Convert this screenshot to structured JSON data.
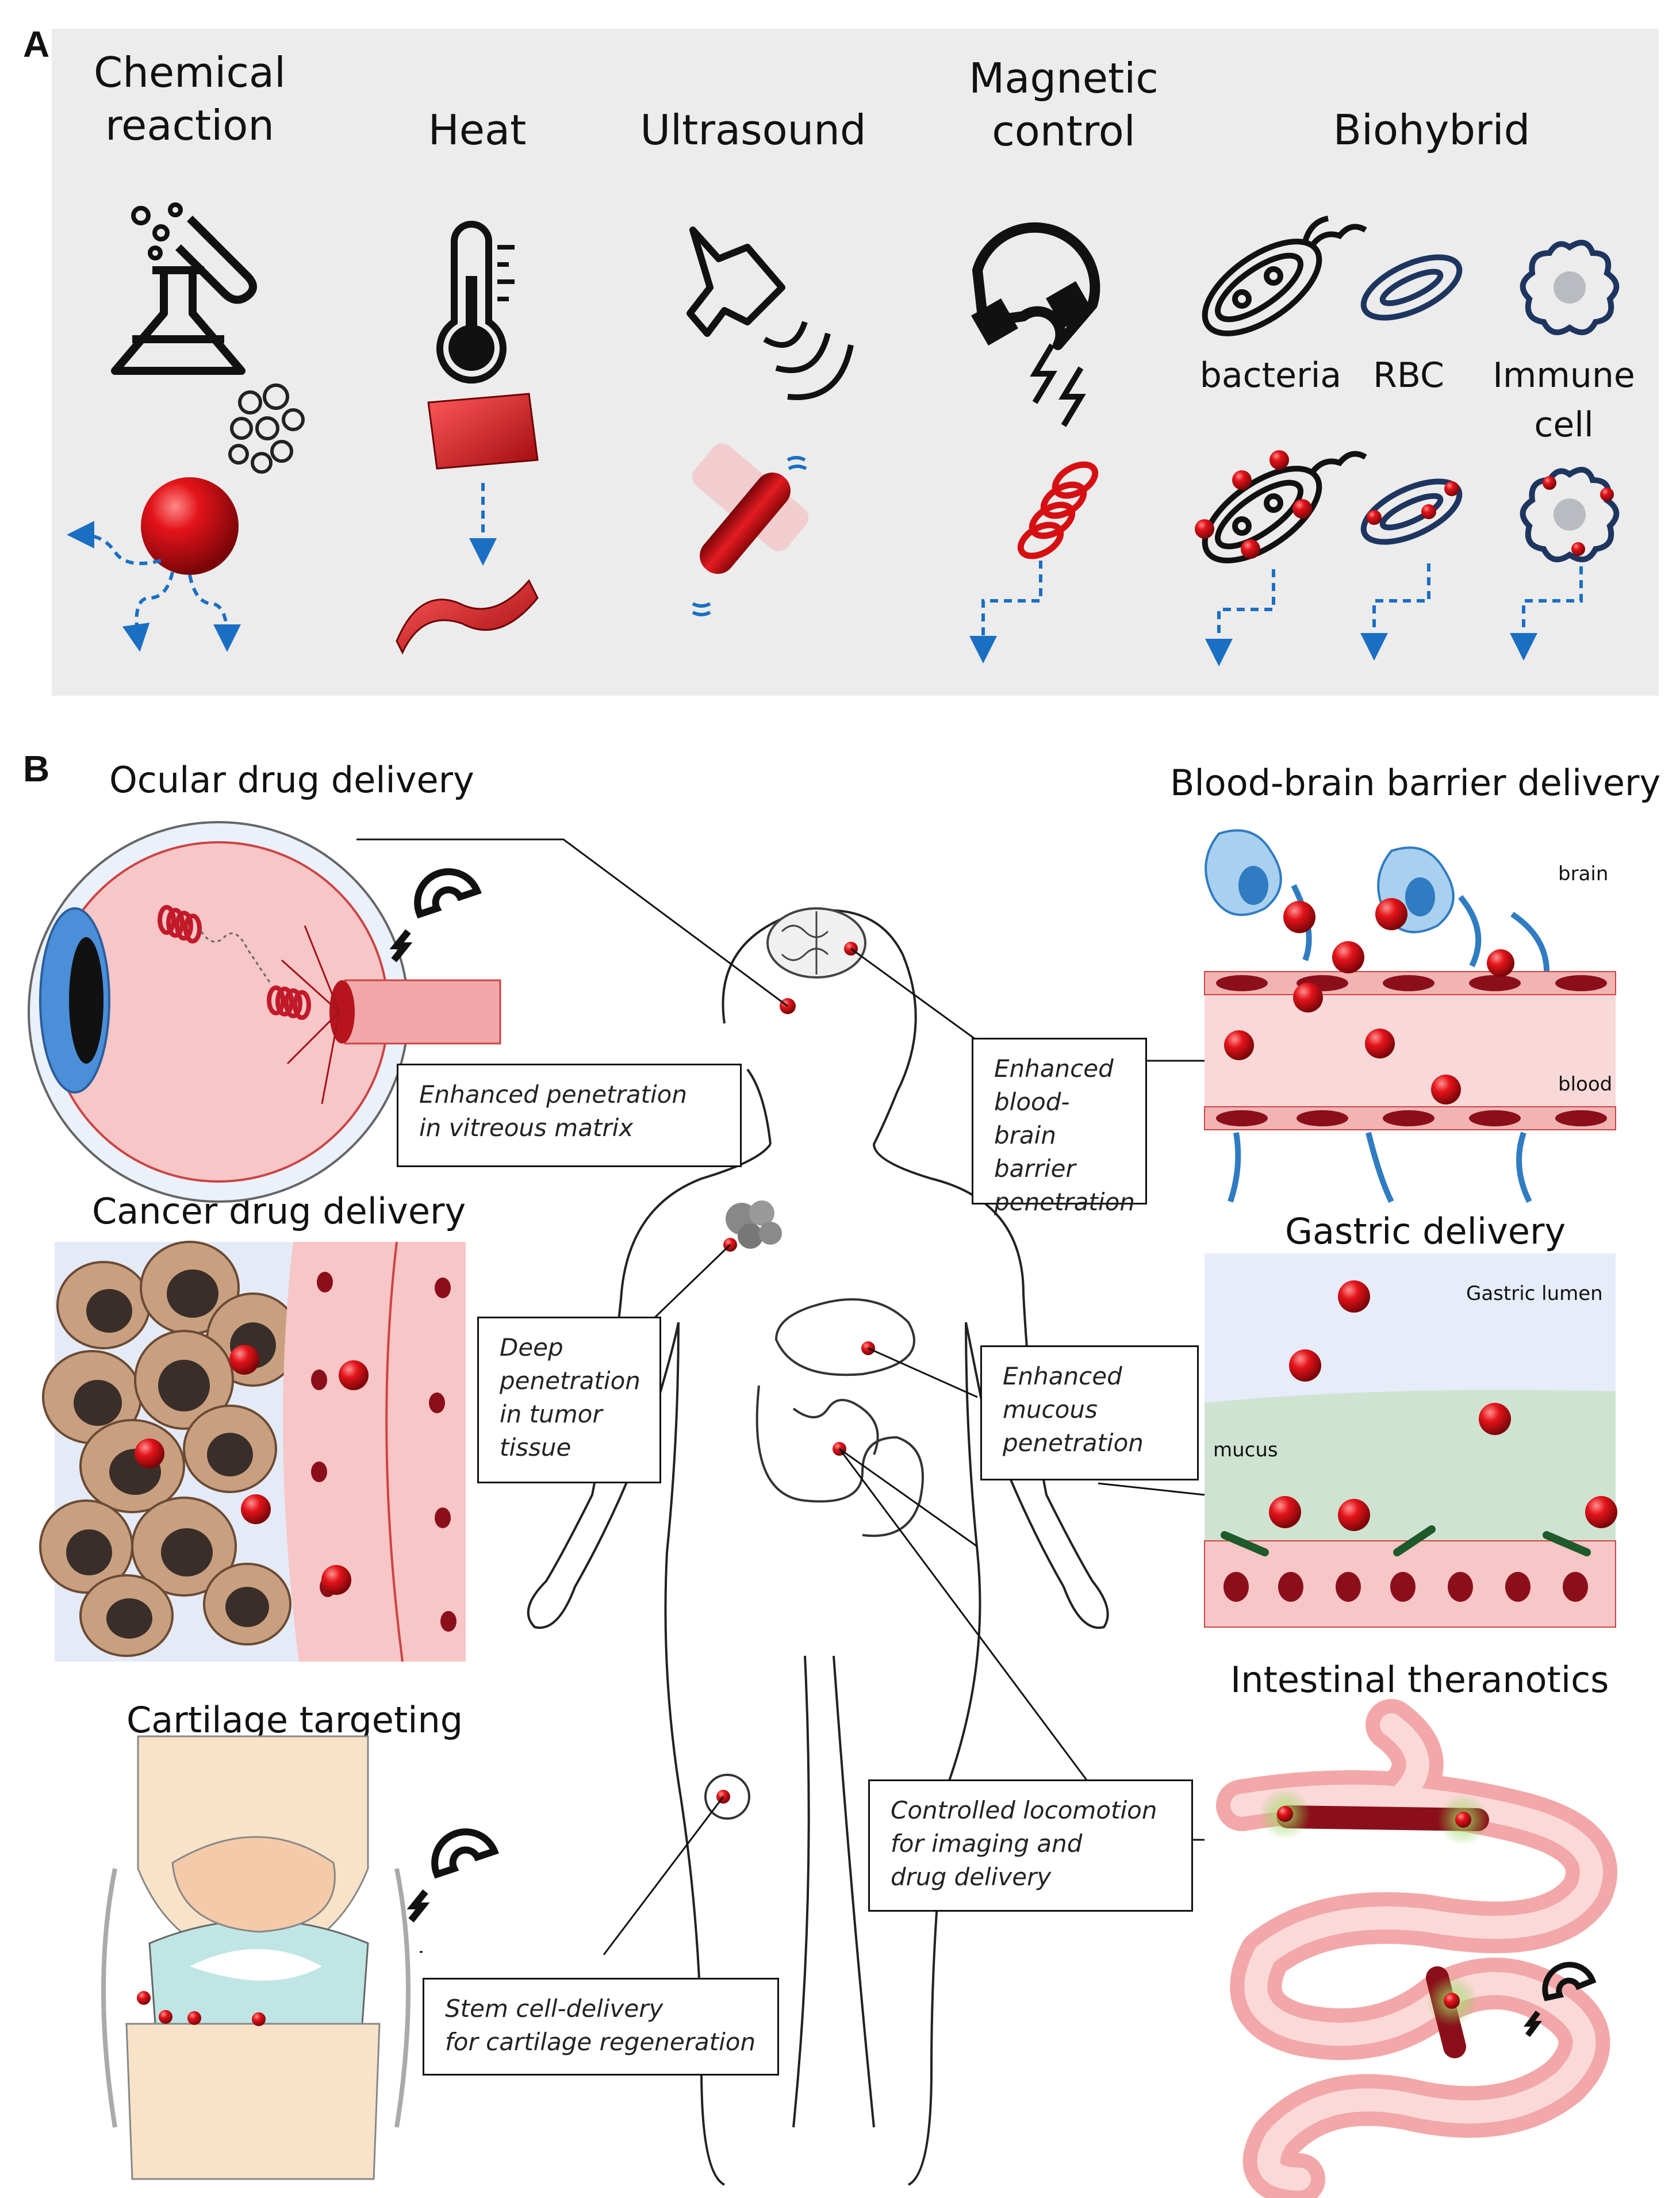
{
  "panel_a": {
    "letter": "A",
    "categories": [
      {
        "lines": [
          "Chemical",
          "reaction"
        ]
      },
      {
        "lines": [
          "Heat"
        ]
      },
      {
        "lines": [
          "Ultrasound"
        ]
      },
      {
        "lines": [
          "Magnetic",
          "control"
        ]
      },
      {
        "lines": [
          "Biohybrid"
        ]
      }
    ],
    "biohybrid_types": [
      {
        "lines": [
          "bacteria"
        ]
      },
      {
        "lines": [
          "RBC"
        ]
      },
      {
        "lines": [
          "Immune",
          "cell"
        ]
      }
    ]
  },
  "panel_b": {
    "letter": "B",
    "sections": {
      "ocular": "Ocular drug delivery",
      "bbb": "Blood-brain barrier delivery",
      "cancer": "Cancer drug delivery",
      "gastric": "Gastric delivery",
      "cartilage": "Cartilage targeting",
      "intestinal": "Intestinal theranotics"
    },
    "boxes": {
      "vitreous": [
        "Enhanced penetration",
        "in vitreous matrix"
      ],
      "bbb": [
        "Enhanced",
        "blood-brain",
        "barrier",
        "penetration"
      ],
      "tumor": [
        "Deep",
        "penetration",
        "in tumor",
        "tissue"
      ],
      "mucous": [
        "Enhanced",
        "mucous",
        "penetration"
      ],
      "locomotion": [
        "Controlled locomotion",
        "for imaging and",
        "drug delivery"
      ],
      "stem": [
        "Stem cell-delivery",
        "for cartilage regeneration"
      ]
    },
    "inset_labels": {
      "brain": "brain",
      "blood": "blood",
      "gastric_lumen": "Gastric lumen",
      "mucus": "mucus"
    }
  },
  "colors": {
    "panel_bg": "#ececec",
    "particle_red": "#d50f12",
    "arrow_blue": "#1b6fc2",
    "dark_red": "#8b0f1a",
    "tissue_pink": "#f7c6c6",
    "icon_navy": "#1e3560"
  }
}
